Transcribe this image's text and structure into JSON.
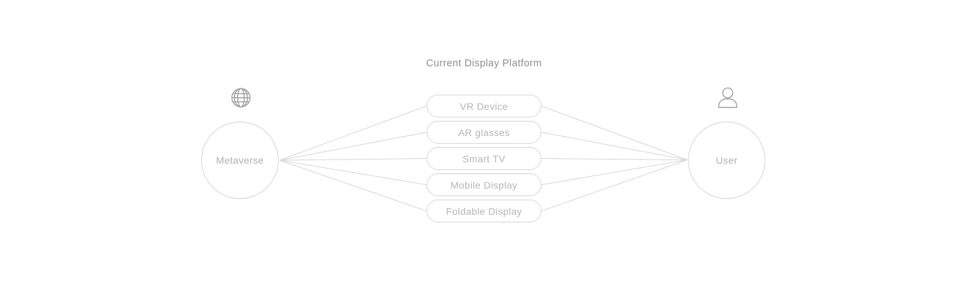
{
  "title": "Current Display Platform",
  "left_node": {
    "label": "Metaverse",
    "icon": "globe-icon"
  },
  "right_node": {
    "label": "User",
    "icon": "person-icon"
  },
  "platforms": [
    "VR Device",
    "AR glasses",
    "Smart TV",
    "Mobile Display",
    "Foldable Display"
  ],
  "colors": {
    "line-color": "#d5d5d5",
    "border-color": "#d6d6d6",
    "box-text": "#b5b5b5",
    "node-text": "#aeaeae",
    "title-text": "#8e8e8e",
    "icon-color": "#9e9e9e",
    "bg": "#ffffff"
  }
}
